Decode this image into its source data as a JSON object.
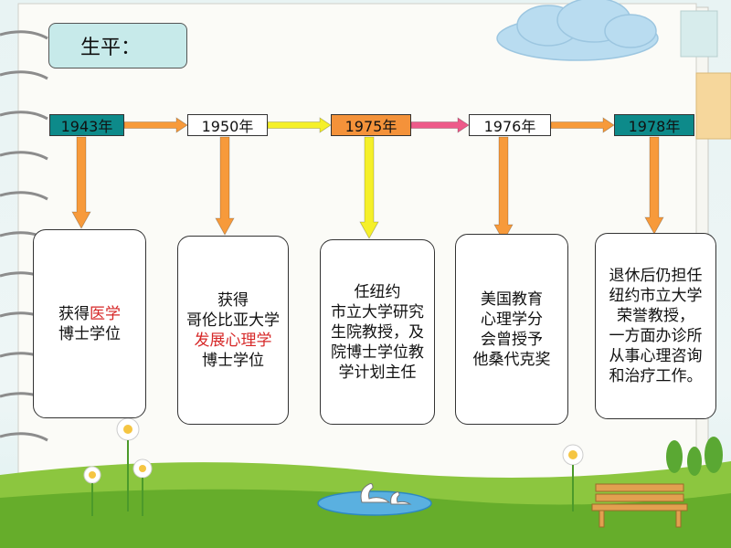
{
  "title": "生平：",
  "years": [
    "1943年",
    "1950年",
    "1975年",
    "1976年",
    "1978年"
  ],
  "cards": [
    {
      "lines": [
        [
          {
            "t": "获得"
          },
          {
            "t": "医学",
            "red": true
          }
        ],
        [
          {
            "t": "博士学位"
          }
        ]
      ]
    },
    {
      "lines": [
        [
          {
            "t": "获得"
          }
        ],
        [
          {
            "t": "哥伦比亚大学"
          }
        ],
        [
          {
            "t": "发展心理学",
            "red": true
          }
        ],
        [
          {
            "t": "博士学位"
          }
        ]
      ]
    },
    {
      "lines": [
        [
          {
            "t": "任纽约"
          }
        ],
        [
          {
            "t": "市立大学研究"
          }
        ],
        [
          {
            "t": "生院教授，及"
          }
        ],
        [
          {
            "t": "院博士学位教"
          }
        ],
        [
          {
            "t": "学计划主任"
          }
        ]
      ]
    },
    {
      "lines": [
        [
          {
            "t": "美国教育"
          }
        ],
        [
          {
            "t": "心理学分"
          }
        ],
        [
          {
            "t": "会曾授予"
          }
        ],
        [
          {
            "t": "他桑代克奖"
          }
        ]
      ]
    },
    {
      "lines": [
        [
          {
            "t": "退休后仍担任"
          }
        ],
        [
          {
            "t": "纽约市立大学"
          }
        ],
        [
          {
            "t": "荣誉教授，"
          }
        ],
        [
          {
            "t": "一方面办诊所"
          }
        ],
        [
          {
            "t": "从事心理咨询"
          }
        ],
        [
          {
            "t": "和治疗工作。"
          }
        ]
      ]
    }
  ],
  "colors": {
    "year_fills": [
      "#0d8a8a",
      "#ffffff",
      "#f4923a",
      "#ffffff",
      "#0d8a8a"
    ],
    "down_arrows": [
      "#f79a3b",
      "#f79a3b",
      "#f5f02a",
      "#f79a3b",
      "#f79a3b"
    ],
    "timeline_arrows": [
      "#f79a3b",
      "#f5f02a",
      "#ee5a8a",
      "#f79a3b"
    ],
    "highlight_text": "#d62828"
  }
}
